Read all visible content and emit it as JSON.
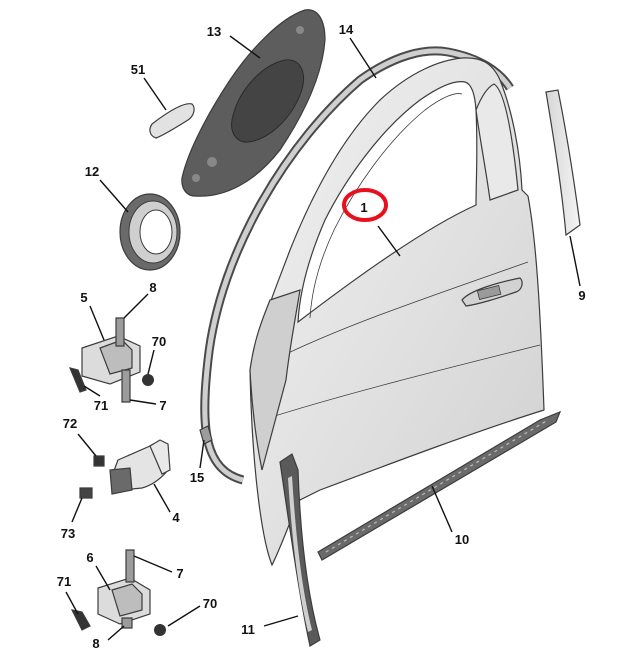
{
  "diagram": {
    "labels": {
      "p1": "1",
      "p4": "4",
      "p5": "5",
      "p6": "6",
      "p7a": "7",
      "p7b": "7",
      "p8a": "8",
      "p8b": "8",
      "p9": "9",
      "p10": "10",
      "p11": "11",
      "p12": "12",
      "p13": "13",
      "p14": "14",
      "p15": "15",
      "p51": "51",
      "p70a": "70",
      "p70b": "70",
      "p71a": "71",
      "p71b": "71",
      "p72": "72",
      "p73": "73"
    },
    "highlight_color": "#e8101c",
    "part_color": "#e4e4e4",
    "seal_color": "#c9c9c9",
    "dark_part_color": "#5a5a5a"
  }
}
